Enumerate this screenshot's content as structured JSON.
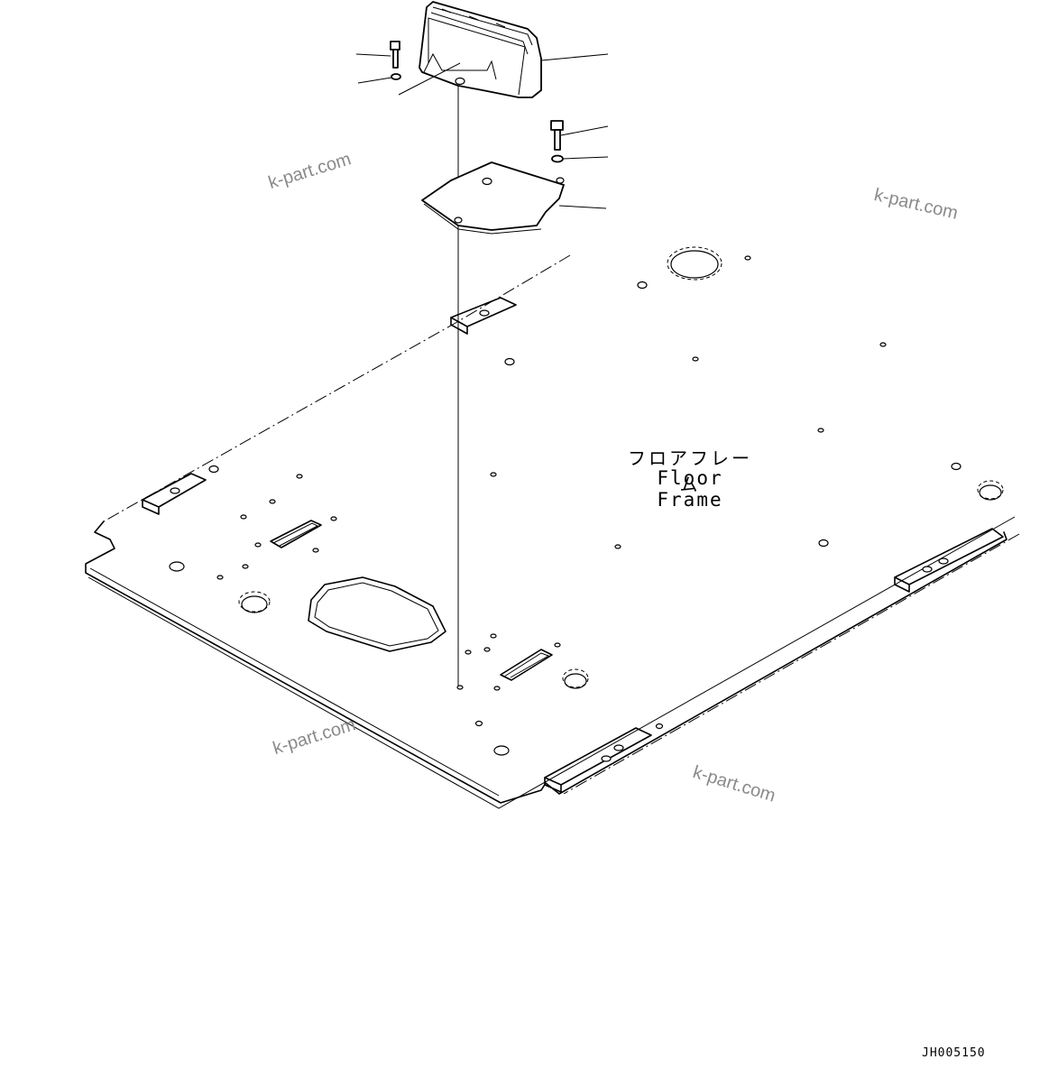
{
  "diagram": {
    "part_label_japanese": "フロアフレーム",
    "part_label_english": "Floor Frame",
    "drawing_code": "JH005150"
  },
  "watermarks": [
    "k-part.com",
    "k-part.com",
    "k-part.com",
    "k-part.com"
  ],
  "icons": {
    "bolt_upper": "bolt-icon",
    "washer_upper": "washer-icon",
    "bolt_right": "bolt-icon",
    "washer_right": "washer-icon",
    "cover": "step-cover-icon",
    "bracket": "bracket-plate-icon",
    "floor_frame": "floor-frame-icon"
  }
}
